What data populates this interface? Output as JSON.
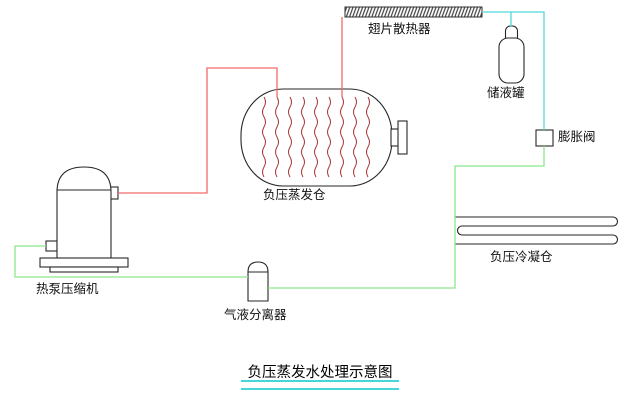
{
  "diagram": {
    "title": "负压蒸发水处理示意图",
    "components": {
      "finned_radiator": {
        "label": "翅片散热器"
      },
      "storage_tank": {
        "label": "储液罐"
      },
      "expansion_valve": {
        "label": "膨胀阀"
      },
      "evaporation_chamber": {
        "label": "负压蒸发仓"
      },
      "condensation_chamber": {
        "label": "负压冷凝仓"
      },
      "compressor": {
        "label": "热泵压缩机"
      },
      "separator": {
        "label": "气液分离器"
      }
    },
    "colors": {
      "hot_line": "#f26a6a",
      "liquid_line": "#52d8d8",
      "suction_line": "#8ce88c",
      "outline": "#262626",
      "coil": "#a83232",
      "title_underline": "#45d7d7",
      "background": "#ffffff"
    }
  }
}
